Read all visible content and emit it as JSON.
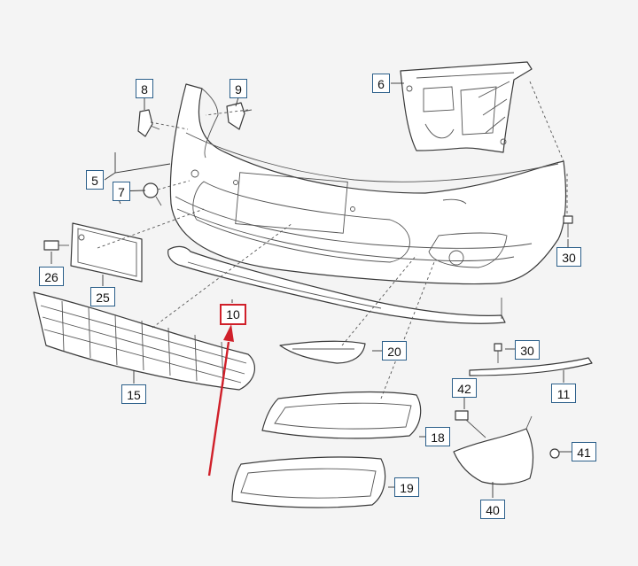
{
  "callouts": {
    "p8": "8",
    "p9": "9",
    "p6": "6",
    "p5": "5",
    "p7": "7",
    "p30a": "30",
    "p26": "26",
    "p25": "25",
    "p10": "10",
    "p30b": "30",
    "p20": "20",
    "p15": "15",
    "p11": "11",
    "p42": "42",
    "p18": "18",
    "p41": "41",
    "p19": "19",
    "p40": "40"
  },
  "highlight": {
    "part": "10",
    "arrow_color": "#d0202a"
  },
  "colors": {
    "callout_border": "#2b5f8a",
    "highlight_border": "#d0202a",
    "line": "#3a3a3a"
  }
}
